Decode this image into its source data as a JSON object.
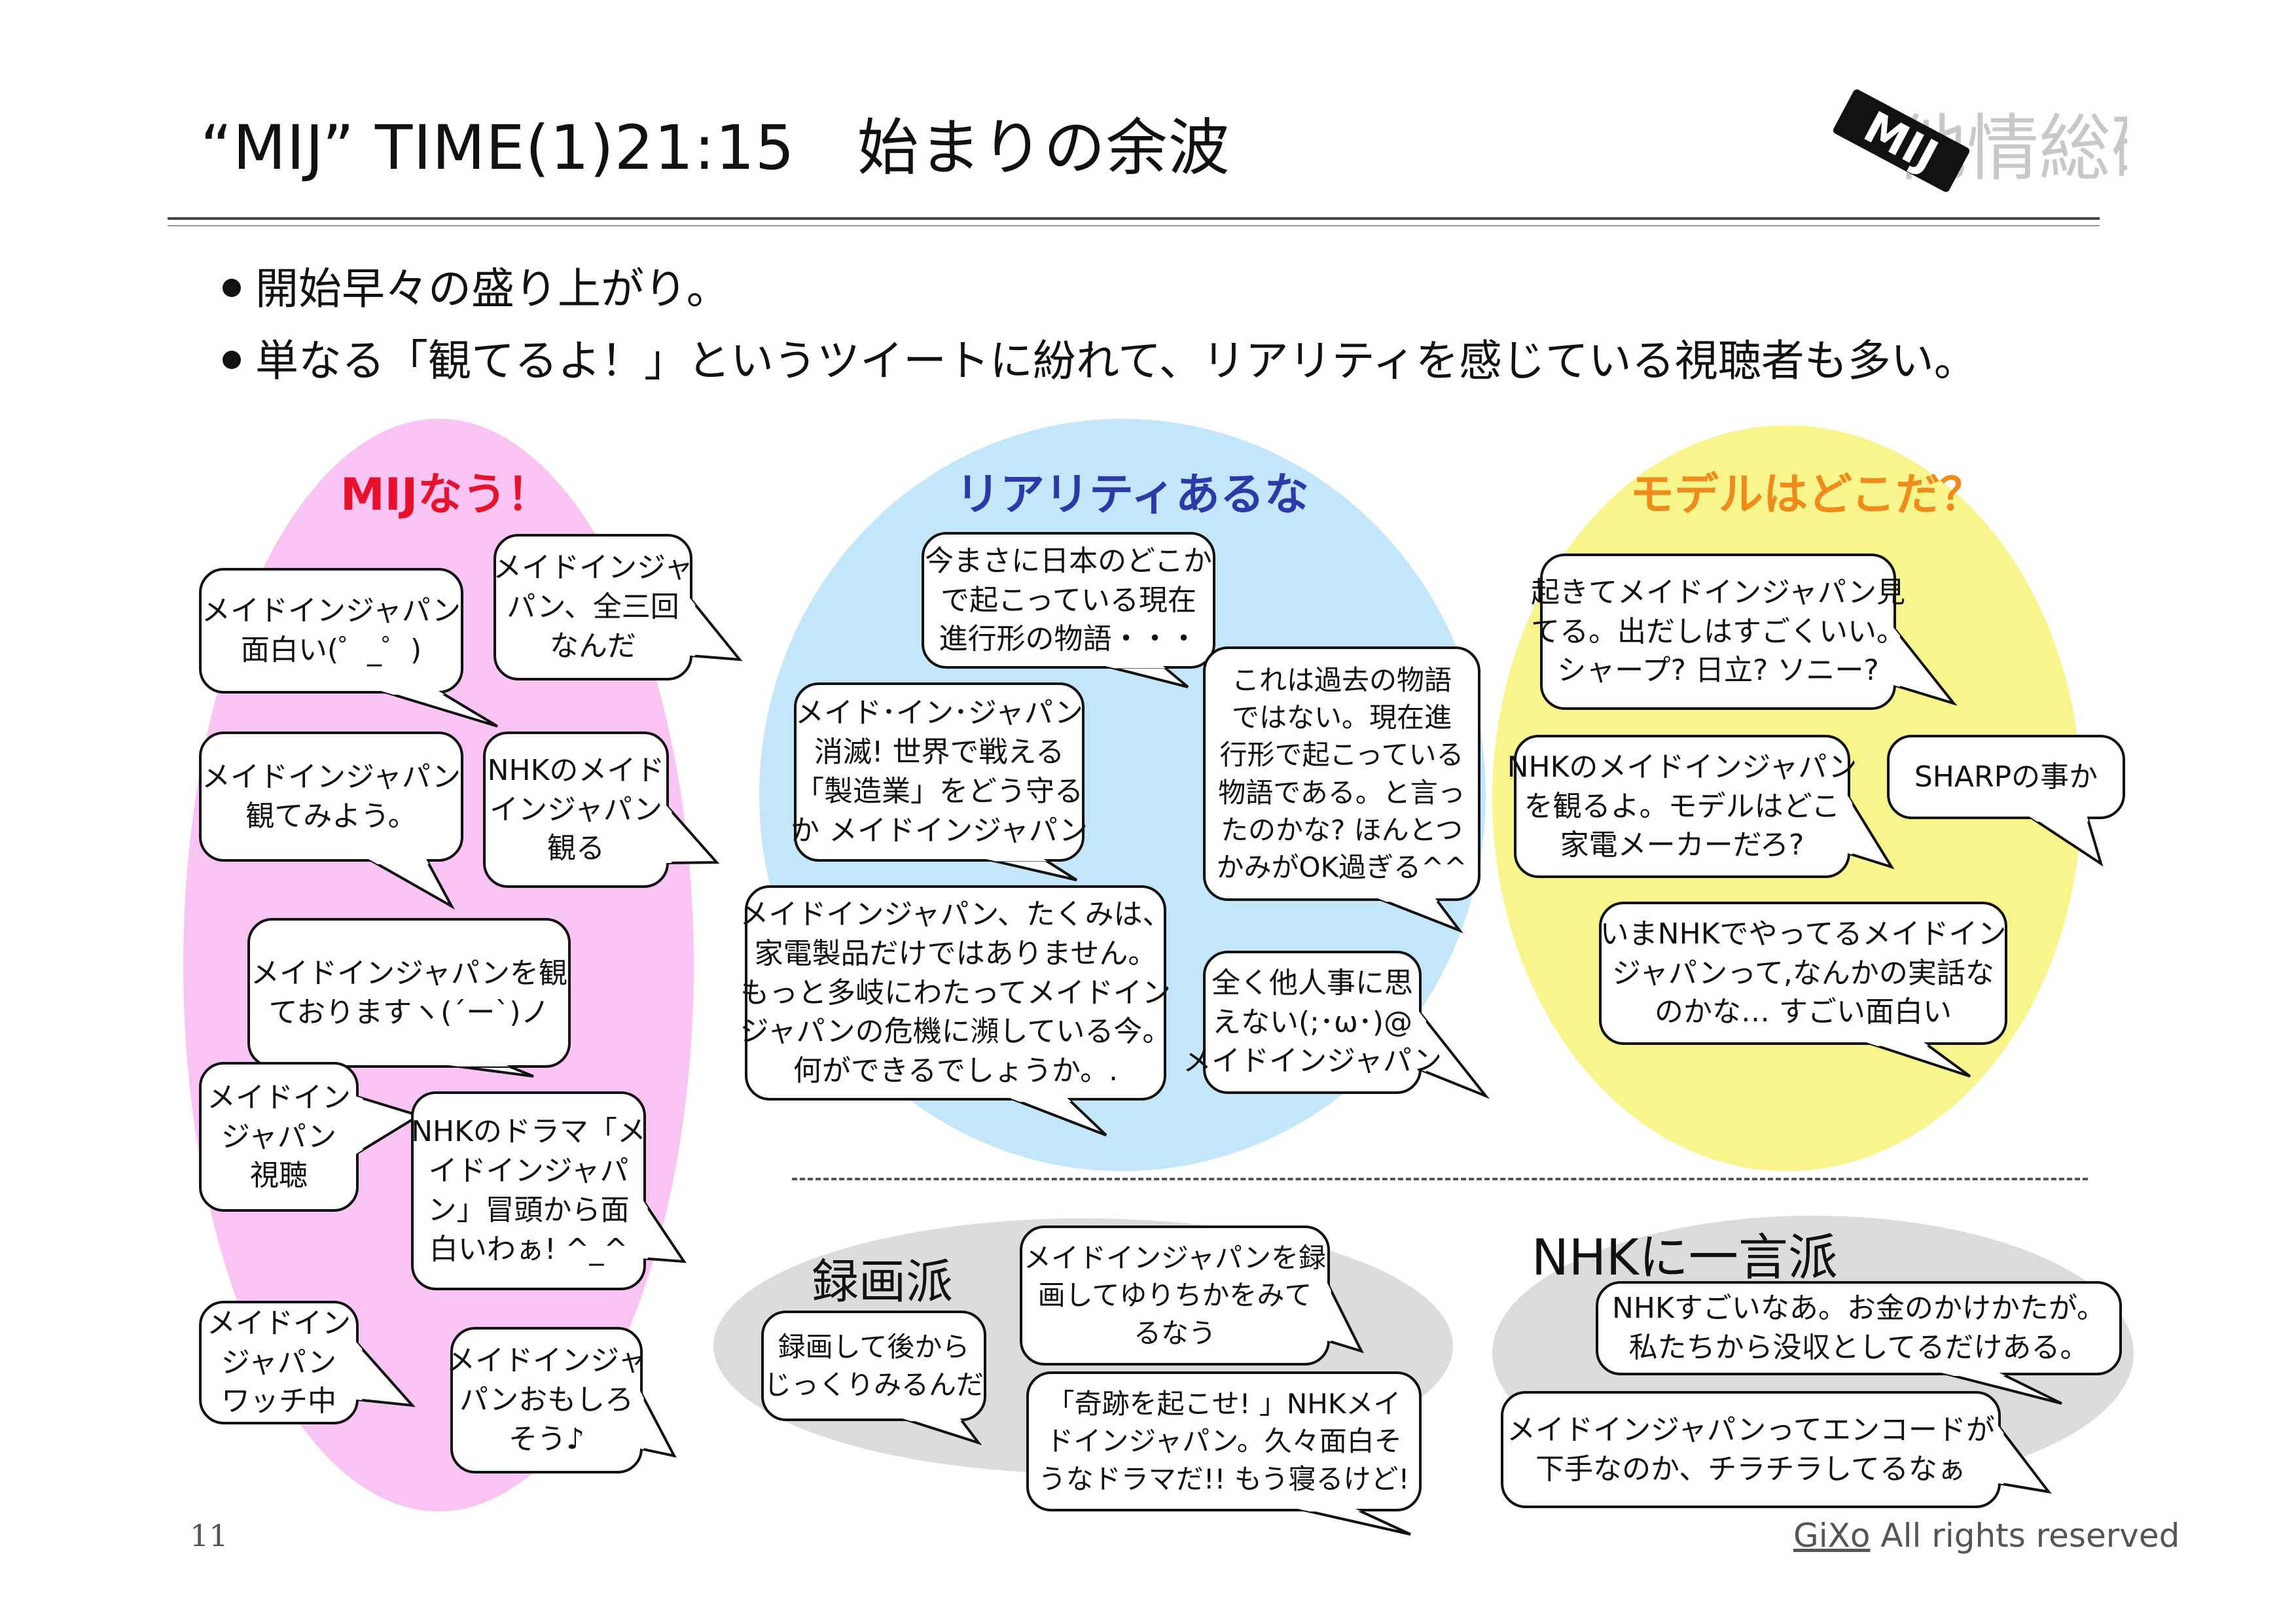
{
  "header": {
    "title": "“MIJ” TIME(1)21:15　始まりの余波",
    "logo_mark": "MIJ",
    "logo_text": "他情総研"
  },
  "bullets": [
    "開始早々の盛り上がり。",
    "単なる「観てるよ！」というツイートに紛れて、リアリティを感じている視聴者も多い。"
  ],
  "groups": {
    "mij": {
      "title": "MIJなう！",
      "color": "#e8102a",
      "bubbles": [
        "メイドインジャパン\n面白い(゜_゜)",
        "メイドインジャ\nパン、全三回\nなんだ",
        "メイドインジャパン\n観てみよう。",
        "NHKのメイド\nインジャパン\n観る",
        "メイドインジャパンを観\nておりますヽ(´ー`)ノ",
        "メイドイン\nジャパン\n視聴",
        "NHKのドラマ「メ\nイドインジャパ\nン」冒頭から面\n白いわぁ! ^_^",
        "メイドイン\nジャパン\nワッチ中",
        "メイドインジャ\nパンおもしろ\nそう♪"
      ]
    },
    "reality": {
      "title": "リアリティあるな",
      "color": "#2b3aa8",
      "bubbles": [
        "今まさに日本のどこか\nで起こっている現在\n進行形の物語・・・",
        "メイド･イン･ジャパン\n消滅! 世界で戦える\n「製造業」をどう守る\nか メイドインジャパン",
        "これは過去の物語\nではない。現在進\n行形で起こっている\n物語である。と言っ\nたのかな? ほんとつ\nかみがOK過ぎる^^",
        "メイドインジャパン、たくみは、\n家電製品だけではありません。\nもっと多岐にわたってメイドイン\nジャパンの危機に瀕している今。\n何ができるでしょうか。.",
        "全く他人事に思\nえない(;･ω･)@\nメイドインジャパン"
      ]
    },
    "model": {
      "title": "モデルはどこだ？",
      "color": "#f08a1a",
      "bubbles": [
        "起きてメイドインジャパン見\nてる。出だしはすごくいい。\nシャープ? 日立? ソニー?",
        "NHKのメイドインジャパン\nを観るよ。モデルはどこ\n家電メーカーだろ?",
        "SHARPの事か",
        "いまNHKでやってるメイドイン\nジャパンって,なんかの実話な\nのかな… すごい面白い"
      ]
    },
    "rokuga": {
      "title": "録画派",
      "bubbles": [
        "録画して後から\nじっくりみるんだ",
        "メイドインジャパンを録\n画してゆりちかをみて\nるなう",
        "「奇跡を起こせ! 」NHKメイ\nドインジャパン。久々面白そ\nうなドラマだ!! もう寝るけど!"
      ]
    },
    "nhk": {
      "title": "NHKに一言派",
      "bubbles": [
        "NHKすごいなあ。お金のかけかたが。\n私たちから没収としてるだけある。",
        "メイドインジャパンってエンコードが\n下手なのか、チラチラしてるなぁ"
      ]
    }
  },
  "footer": {
    "page_number": "11",
    "brand": "GiXo",
    "rights": " All rights reserved"
  }
}
